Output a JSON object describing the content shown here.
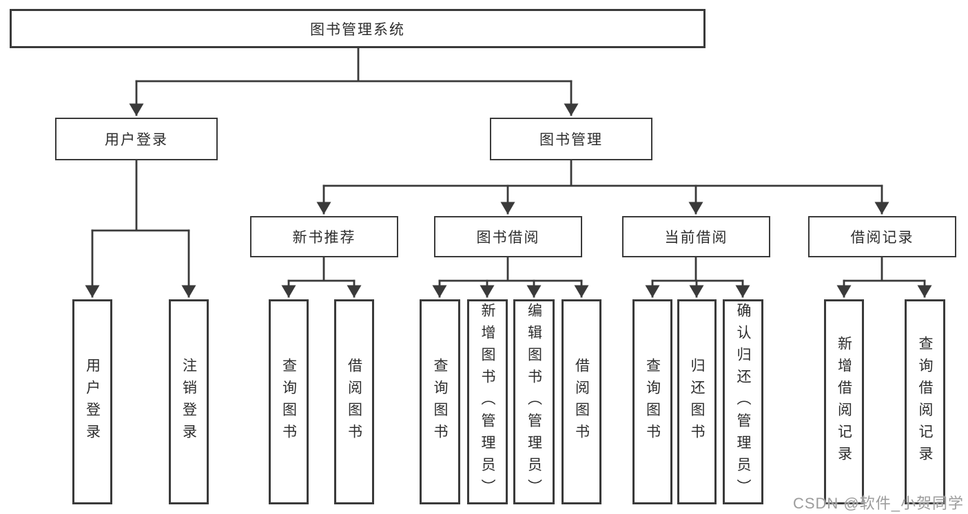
{
  "title_node": "图书管理系统",
  "level2": {
    "user_login": {
      "label": "用户登录",
      "leaves": [
        "用户登录",
        "注销登录"
      ]
    },
    "book_management": {
      "label": "图书管理",
      "sections": {
        "new_book_recommend": {
          "label": "新书推荐",
          "leaves": [
            "查询图书",
            "借阅图书"
          ]
        },
        "book_borrowing": {
          "label": "图书借阅",
          "leaves": [
            "查询图书",
            "新增图书（管理员）",
            "编辑图书（管理员）",
            "借阅图书"
          ]
        },
        "current_borrowing": {
          "label": "当前借阅",
          "leaves": [
            "查询图书",
            "归还图书",
            "确认归还（管理员）"
          ]
        },
        "borrowing_records": {
          "label": "借阅记录",
          "leaves": [
            "新增借阅记录",
            "查询借阅记录"
          ]
        }
      }
    }
  },
  "watermark": "CSDN @软件_小贺同学",
  "colors": {
    "line": "#3a3a3a",
    "text": "#2d2d2d",
    "background": "#ffffff",
    "watermark": "#9c9c9c"
  }
}
